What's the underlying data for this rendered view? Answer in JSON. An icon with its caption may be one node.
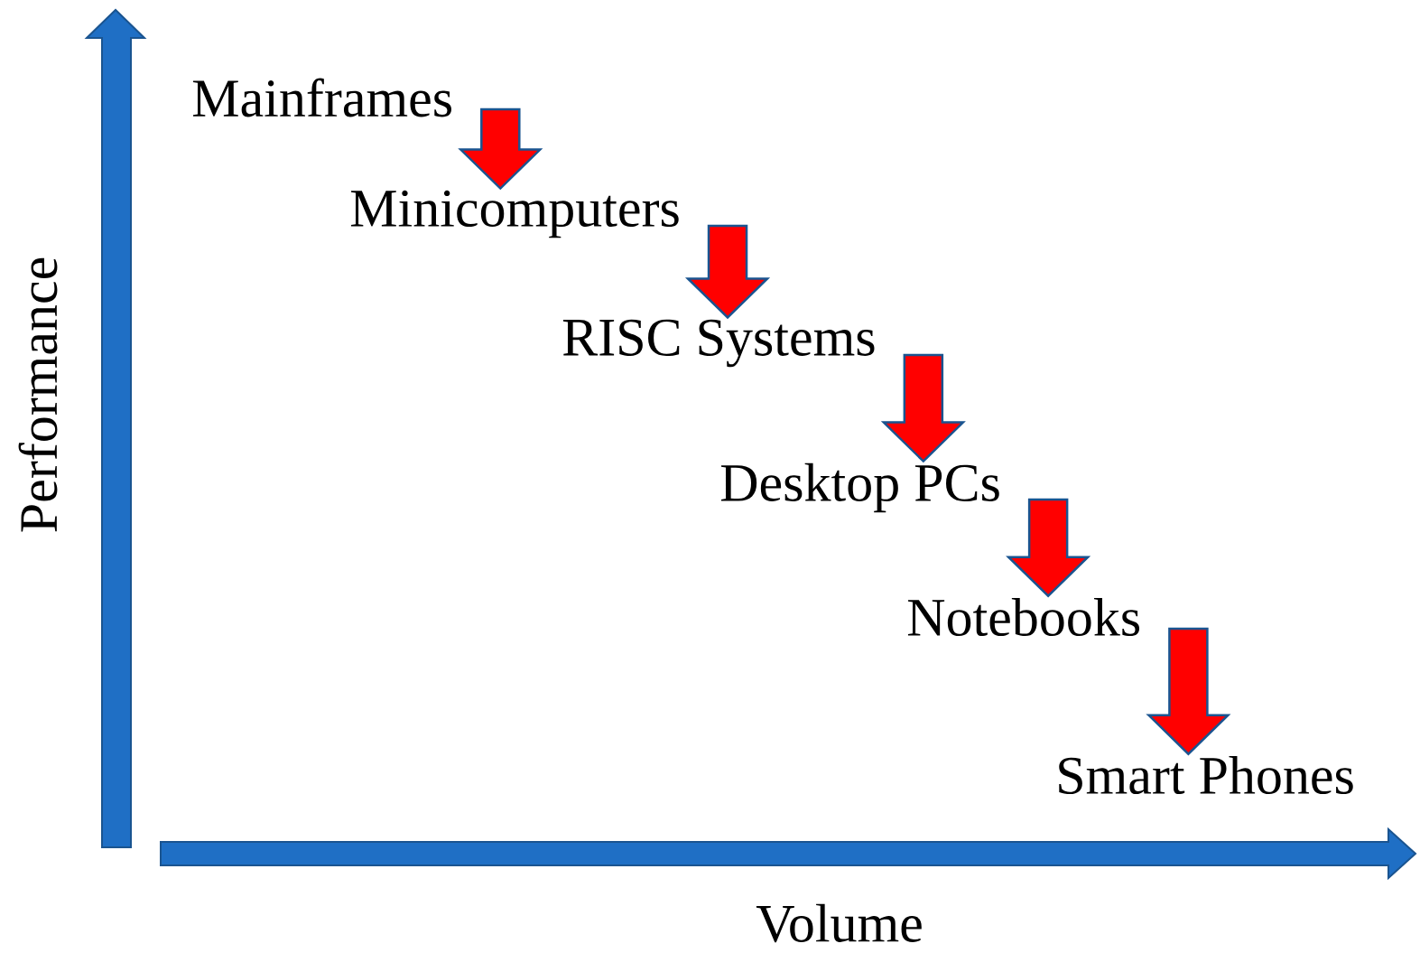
{
  "diagram": {
    "nodes": [
      {
        "text": [
          "Mainframes"
        ]
      },
      {
        "text": [
          "Minicomputers"
        ]
      },
      {
        "text": [
          "RISC Systems"
        ]
      },
      {
        "text": [
          "Desktop PCs"
        ]
      },
      {
        "text": [
          "Notebooks"
        ]
      },
      {
        "text": [
          "Smart Phones"
        ]
      }
    ],
    "edges": [
      {
        "from": 0,
        "to": 1,
        "arrow": "to"
      },
      {
        "from": 1,
        "to": 2,
        "arrow": "to"
      },
      {
        "from": 2,
        "to": 3,
        "arrow": "to"
      },
      {
        "from": 3,
        "to": 4,
        "arrow": "to"
      },
      {
        "from": 4,
        "to": 5,
        "arrow": "to"
      }
    ],
    "labels": [
      "Performance",
      "Volume"
    ]
  }
}
